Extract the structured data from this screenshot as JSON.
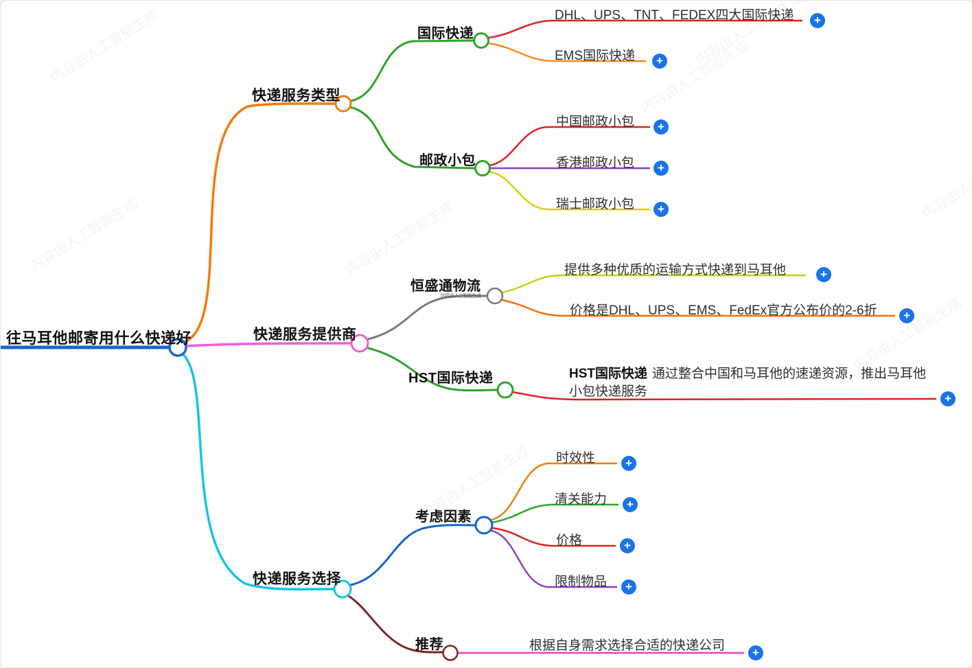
{
  "root": {
    "label": "往马耳他邮寄用什么快递好"
  },
  "branches": {
    "service_types": {
      "label": "快递服务类型",
      "children": {
        "intl_express": {
          "label": "国际快递",
          "children": {
            "big4": {
              "label": "DHL、UPS、TNT、FEDEX四大国际快递"
            },
            "ems": {
              "label": "EMS国际快递"
            }
          }
        },
        "postal_packet": {
          "label": "邮政小包",
          "children": {
            "china_post": {
              "label": "中国邮政小包"
            },
            "hk_post": {
              "label": "香港邮政小包"
            },
            "swiss_post": {
              "label": "瑞士邮政小包"
            }
          }
        }
      }
    },
    "providers": {
      "label": "快递服务提供商",
      "children": {
        "hengshengtong": {
          "label": "恒盛通物流",
          "children": {
            "transport": {
              "label": "提供多种优质的运输方式快递到马耳他"
            },
            "price": {
              "label": "价格是DHL、UPS、EMS、FedEx官方公布价的2-6折"
            }
          }
        },
        "hst": {
          "label": "HST国际快递",
          "children": {
            "desc": {
              "bold": "HST国际快递",
              "text": "通过整合中国和马耳他的速递资源，推出马耳他小包快递服务"
            }
          }
        }
      }
    },
    "selection": {
      "label": "快递服务选择",
      "children": {
        "factors": {
          "label": "考虑因素",
          "children": {
            "timeliness": {
              "label": "时效性"
            },
            "customs": {
              "label": "清关能力"
            },
            "price": {
              "label": "价格"
            },
            "restricted": {
              "label": "限制物品"
            }
          }
        },
        "recommendation": {
          "label": "推荐",
          "children": {
            "advice": {
              "label": "根据自身需求选择合适的快递公司"
            }
          }
        }
      }
    }
  },
  "icons": {
    "add": "+"
  },
  "colors": {
    "root_blue": "#1766d1",
    "orange": "#f57b0e",
    "green": "#2fa32c",
    "red": "#e02020",
    "ems_orange": "#f78a18",
    "purple": "#8d3fc4",
    "yellow": "#d9cf10",
    "magenta": "#ef5fd4",
    "gray": "#7a7a7a",
    "yellow_green": "#c2d214",
    "deep_orange": "#fb6d0e",
    "cyan": "#17c3e6",
    "blue": "#1565c8",
    "maroon": "#7c2422",
    "pink": "#e940c4",
    "plus_blue": "#1a73e8"
  },
  "watermark": {
    "text": "内容由人工智能生成"
  }
}
